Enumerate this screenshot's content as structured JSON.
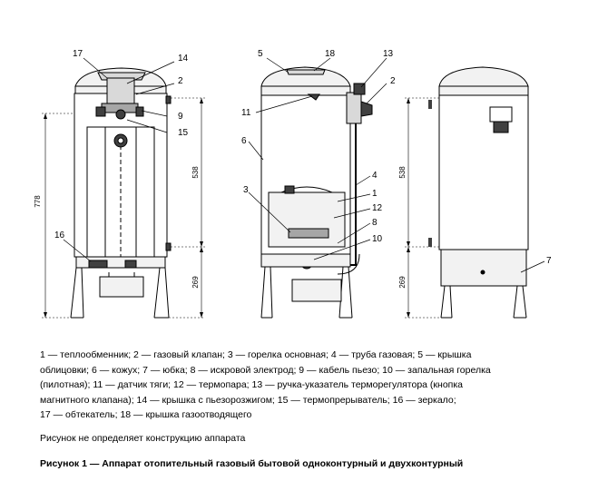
{
  "diagram": {
    "views": [
      "front-view",
      "side-view-section",
      "rear-view"
    ],
    "colors": {
      "line": "#000000",
      "fill_light": "#f2f2f2",
      "fill_mid": "#d9d9d9",
      "fill_dark": "#404040"
    },
    "callouts": {
      "front": [
        "17",
        "14",
        "2",
        "9",
        "15",
        "16"
      ],
      "side": [
        "5",
        "18",
        "13",
        "2",
        "11",
        "6",
        "4",
        "1",
        "12",
        "3",
        "8",
        "10"
      ],
      "rear": [
        "7"
      ]
    },
    "dimensions": {
      "front_total": "778",
      "front_upper": "538",
      "front_lower": "269",
      "rear_upper": "538",
      "rear_lower": "269"
    }
  },
  "legend": {
    "lines": [
      "1 — теплообменник; 2 — газовый клапан; 3 — горелка основная; 4 — труба газовая; 5 — крышка",
      "облицовки; 6 — кожух; 7 — юбка; 8 — искровой электрод; 9 — кабель пьезо; 10 — запальная горелка",
      "(пилотная); 11 — датчик тяги; 12 — термопара; 13 — ручка-указатель терморегулятора (кнопка",
      "магнитного клапана); 14 — крышка с пьезорозжигом; 15 — термопрерыватель; 16 — зеркало;",
      "17 — обтекатель; 18 — крышка газоотводящего"
    ]
  },
  "note": "Рисунок не определяет конструкцию аппарата",
  "caption": "Рисунок 1 — Аппарат отопительный газовый бытовой одноконтурный и двухконтурный"
}
